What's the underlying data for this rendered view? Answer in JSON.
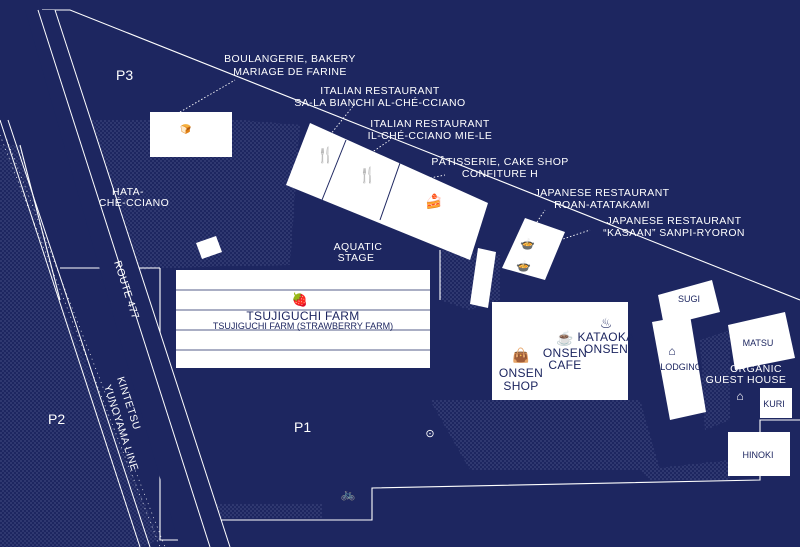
{
  "map": {
    "parking": {
      "p1": "P1",
      "p2": "P2",
      "p3": "P3"
    },
    "road": {
      "route": "ROUTE 477",
      "rail_line_1": "KINTETSU",
      "rail_line_2": "YUNOYAMA LINE"
    },
    "areas": {
      "aquatic_1": "AQUATIC",
      "aquatic_2": "STAGE",
      "hata_1": "HATA-",
      "hata_2": "CHÉ-CCIANO"
    },
    "callouts": {
      "boulangerie_1": "BOULANGERIE, BAKERY",
      "boulangerie_2": "MARIAGE DE FARINE",
      "italian1_1": "ITALIAN RESTAURANT",
      "italian1_2": "SA-LA BIANCHI AL-CHÉ-CCIANO",
      "italian2_1": "ITALIAN RESTAURANT",
      "italian2_2": "IL-CHÉ-CCIANO MIE-LE",
      "patisserie_1": "PÂTISSERIE, CAKE SHOP",
      "patisserie_2": "CONFITURE H",
      "roan_1": "JAPANESE RESTAURANT",
      "roan_2": "ROAN-ATATAKAMI",
      "kasaan_1": "JAPANESE RESTAURANT",
      "kasaan_2": "“KASAAN” SANPI-RYORON"
    },
    "farm": {
      "title": "TSUJIGUCHI FARM",
      "subtitle": "TSUJIGUCHI FARM (STRAWBERRY FARM)"
    },
    "onsen": {
      "shop_1": "ONSEN",
      "shop_2": "SHOP",
      "cafe_1": "ONSEN",
      "cafe_2": "CAFE",
      "kataoka_1": "KATAOKA",
      "kataoka_2": "ONSEN"
    },
    "lodging": {
      "lodging": "LODGING",
      "sugi": "SUGI",
      "matsu": "MATSU",
      "organic_1": "ORGANIC",
      "organic_2": "GUEST HOUSE",
      "kuri": "KURI",
      "hinoki": "HINOKI"
    },
    "colors": {
      "background": "#1d2660",
      "building": "#ffffff",
      "line": "#ffffff"
    }
  }
}
